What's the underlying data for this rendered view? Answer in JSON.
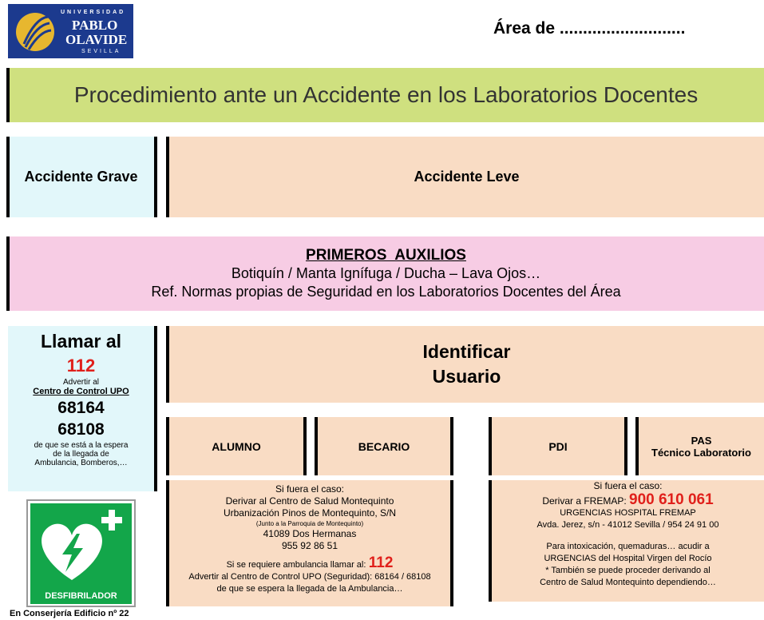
{
  "logo": {
    "line1": "UNIVERSIDAD",
    "line2": "PABLO",
    "line3": "OLAVIDE",
    "line4": "SEVILLA"
  },
  "header": {
    "area_label": "Área de ...........................",
    "title": "Procedimiento ante un Accidente en los Laboratorios Docentes"
  },
  "row1": {
    "grave": "Accidente Grave",
    "leve": "Accidente Leve"
  },
  "auxilios": {
    "title": "PRIMEROS  AUXILIOS",
    "line1": "Botiquín / Manta Ignífuga / Ducha – Lava Ojos…",
    "line2": "Ref. Normas propias de Seguridad en los Laboratorios Docentes del Área"
  },
  "llamar": {
    "title": "Llamar al",
    "number": "112",
    "advertir": "Advertir al",
    "centro": "Centro de Control UPO",
    "num1": "68164",
    "num2": "68108",
    "espera1": "de que se está a la espera",
    "espera2": "de la llegada de",
    "espera3": "Ambulancia, Bomberos,…"
  },
  "defib": {
    "label": "DESFIBRILADOR",
    "location": "En Conserjería Edificio nº 22"
  },
  "identificar": {
    "line1": "Identificar",
    "line2": "Usuario"
  },
  "users": {
    "alumno": "ALUMNO",
    "becario": "BECARIO",
    "pdi": "PDI",
    "pas1": "PAS",
    "pas2": "Técnico Laboratorio"
  },
  "left_info": {
    "l1": "Si fuera el caso:",
    "l2": "Derivar al Centro de Salud Montequinto",
    "l3": "Urbanización Pinos de Montequinto, S/N",
    "l4": "(Junto a la Parroquia de Montequinto)",
    "l5": "41089 Dos Hermanas",
    "l6": "955 92 86 51",
    "l7": "Si se requiere ambulancia llamar al:",
    "l7num": "112",
    "l8": "Advertir al Centro de Control UPO  (Seguridad): 68164 / 68108",
    "l9": "de que se espera la llegada de la Ambulancia…"
  },
  "right_info": {
    "l1": "Si fuera el caso:",
    "l2": "Derivar a FREMAP:",
    "l2num": "900 610 061",
    "l3": "URGENCIAS  HOSPITAL  FREMAP",
    "l4": "Avda. Jerez, s/n - 41012 Sevilla  /  954 24 91 00",
    "l5": "Para intoxicación, quemaduras… acudir a",
    "l6": "URGENCIAS  del Hospital Virgen del Rocío",
    "l7": "* También  se puede proceder derivando al",
    "l8": "Centro de Salud Montequinto dependiendo…"
  }
}
